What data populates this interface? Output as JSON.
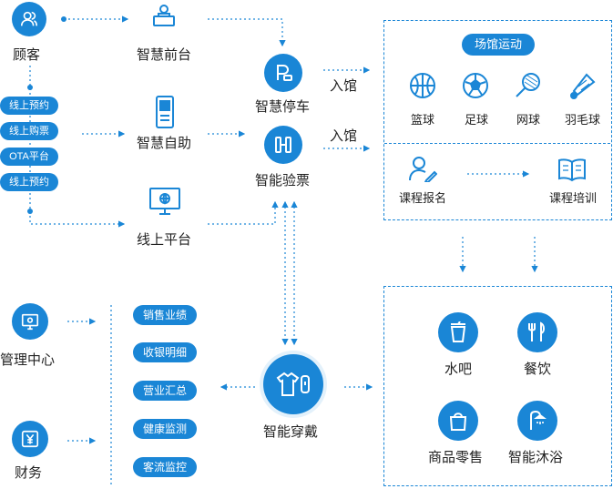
{
  "left": {
    "customer": "顾客",
    "channels": [
      "线上预约",
      "线上购票",
      "OTA平台",
      "线上预约"
    ],
    "management": "管理中心",
    "finance": "财务"
  },
  "middle": {
    "front_desk": "智慧前台",
    "self_service": "智慧自助",
    "online_platform": "线上平台"
  },
  "center": {
    "parking": "智慧停车",
    "ticketing": "智能验票",
    "wearable": "智能穿戴",
    "enter_1": "入馆",
    "enter_2": "入馆"
  },
  "reports": [
    "销售业绩",
    "收银明细",
    "营业汇总",
    "健康监测",
    "客流监控"
  ],
  "sports": {
    "title": "场馆运动",
    "items": [
      "篮球",
      "足球",
      "网球",
      "羽毛球"
    ],
    "course_signup": "课程报名",
    "course_training": "课程培训"
  },
  "services": {
    "items": [
      "水吧",
      "餐饮",
      "商品零售",
      "智能沐浴"
    ]
  },
  "colors": {
    "accent": "#1a86d6",
    "accent_light": "#e3f1fb"
  }
}
